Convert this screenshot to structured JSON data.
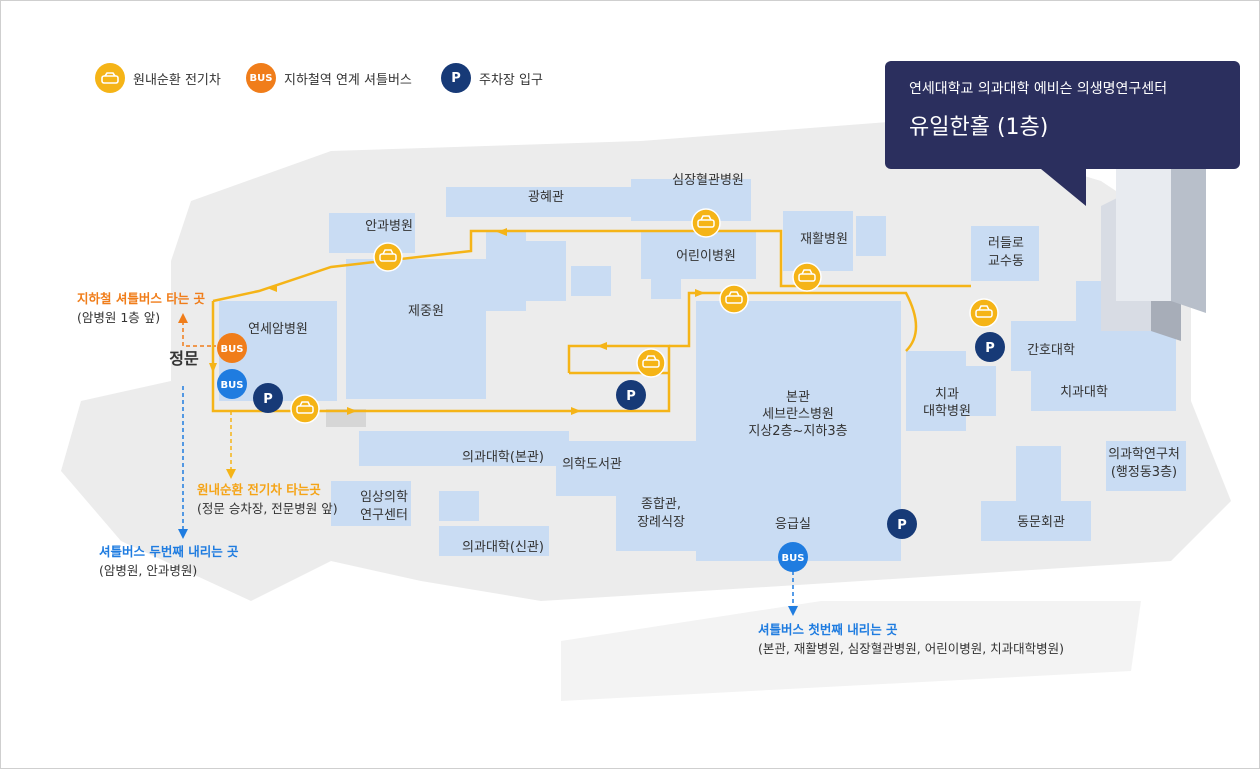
{
  "legend": {
    "items": [
      {
        "label": "원내순환 전기차",
        "icon": "electric-car-icon",
        "color": "#f7b21d"
      },
      {
        "label": "지하철역 연계 셔틀버스",
        "icon": "bus-icon",
        "icon_text": "BUS",
        "color": "#f07d1a"
      },
      {
        "label": "주차장 입구",
        "icon": "parking-icon",
        "icon_text": "P",
        "color": "#173a77"
      }
    ]
  },
  "callout": {
    "subtitle": "연세대학교 의과대학 에비슨 의생명연구센터",
    "title": "유일한홀 (1층)"
  },
  "buildings": {
    "heart_hospital": "심장혈관병원",
    "kwanghye": "광혜관",
    "eye_hospital": "안과병원",
    "rehab_hospital": "재활병원",
    "children_hospital": "어린이병원",
    "rudolph": [
      "러들로",
      "교수동"
    ],
    "jejoongwon": "제중원",
    "cancer_hospital": "연세암병원",
    "main_gate": "정문",
    "main_building": [
      "본관",
      "세브란스병원",
      "지상2층~지하3층"
    ],
    "nursing": "간호대학",
    "dental_hospital": [
      "치과",
      "대학병원"
    ],
    "dental_college": "치과대학",
    "med_research": [
      "의과학연구처",
      "(행정동3층)"
    ],
    "med_college_main": "의과대학(본관)",
    "med_library": "의학도서관",
    "complex": [
      "종합관,",
      "장례식장"
    ],
    "clinical_center": [
      "임상의학",
      "연구센터"
    ],
    "med_college_new": "의과대학(신관)",
    "emergency": "응급실",
    "dongmun": "동문회관"
  },
  "markers": {
    "bus_text": "BUS",
    "parking_text": "P"
  },
  "notes": {
    "subway_pickup": {
      "title": "지하철 셔틀버스 타는 곳",
      "desc": "(암병원 1층 앞)"
    },
    "ev_pickup": {
      "title": "원내순환 전기차 타는곳",
      "desc": "(정문 승차장, 전문병원 앞)"
    },
    "shuttle_second": {
      "title": "셔틀버스 두번째 내리는 곳",
      "desc": "(암병원, 안과병원)"
    },
    "shuttle_first": {
      "title": "셔틀버스 첫번째 내리는 곳",
      "desc": "(본관, 재활병원, 심장혈관병원, 어린이병원, 치과대학병원)"
    }
  },
  "colors": {
    "route": "#f5b417",
    "building": "#c9dcf3",
    "ground": "#ececec",
    "bus_orange": "#f07d1a",
    "bus_blue": "#1f7ce0",
    "parking": "#173a77",
    "callout_bg": "#2b2f5e"
  }
}
